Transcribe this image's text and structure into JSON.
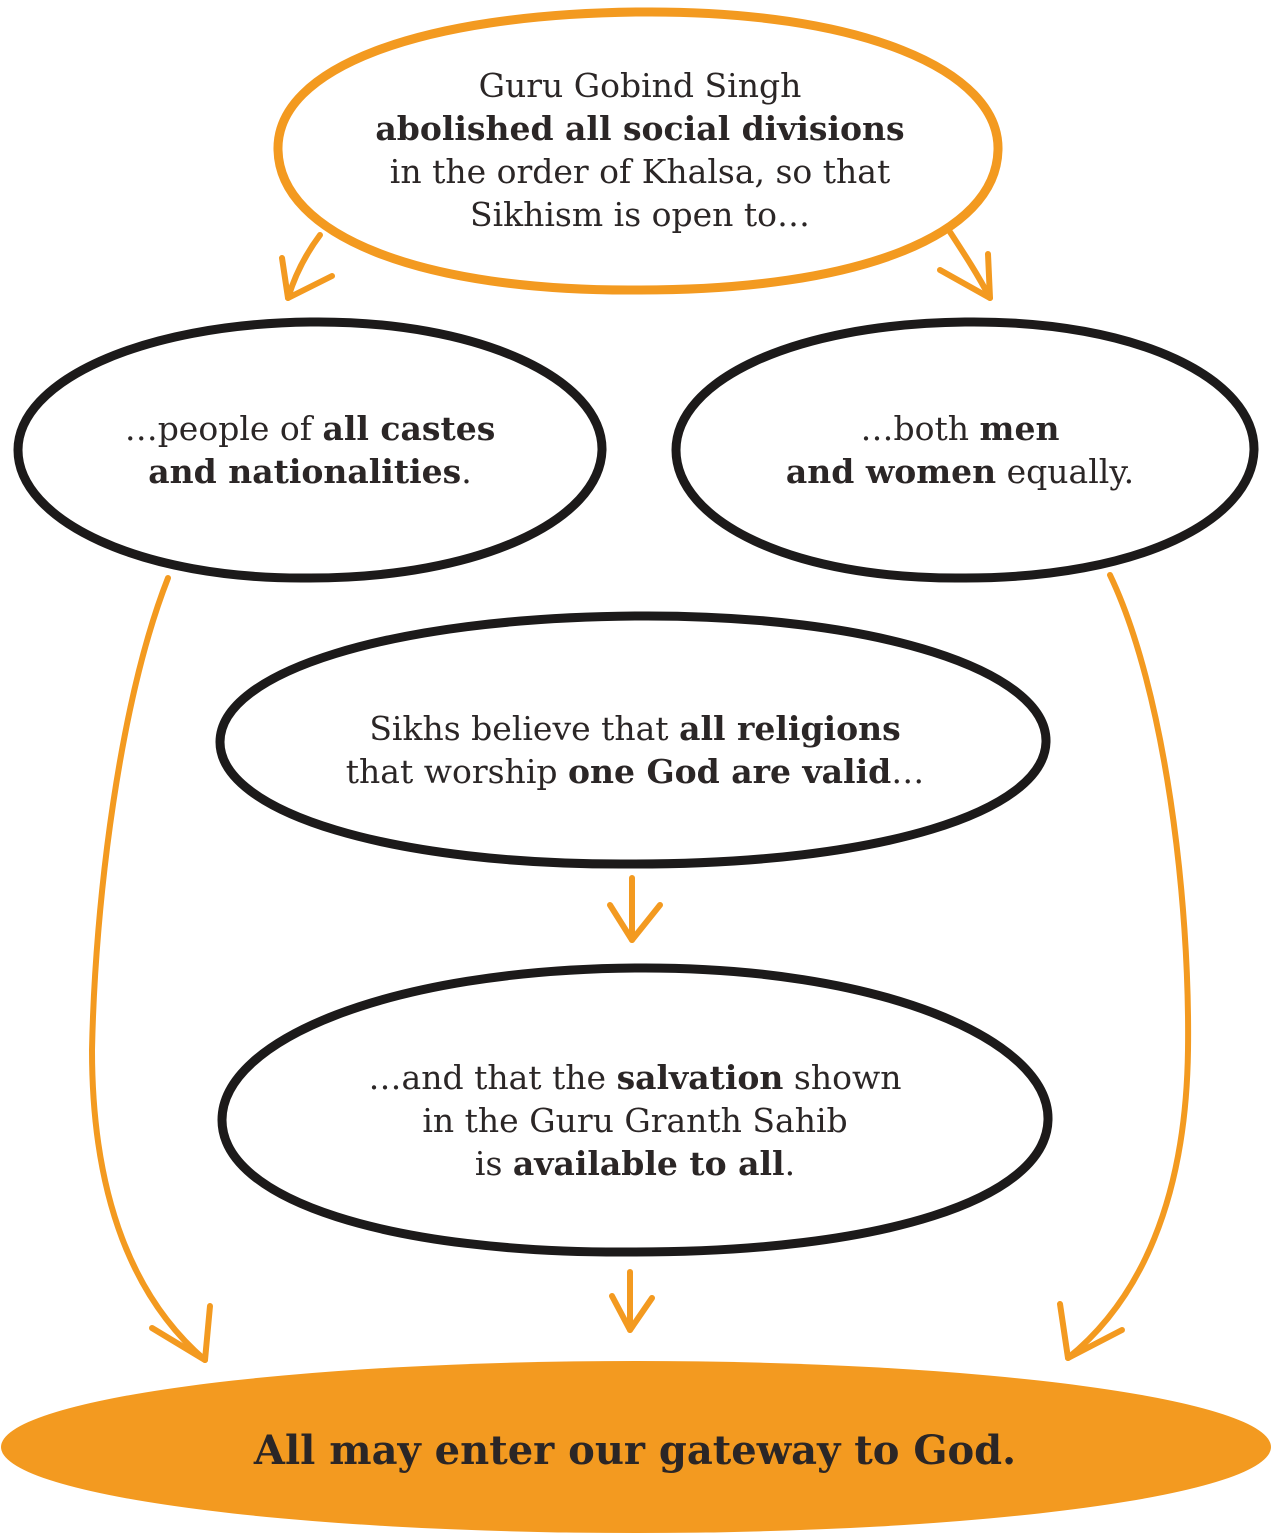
{
  "colors": {
    "accent": "#f39a20",
    "outline": "#1c1a1a",
    "text": "#2b2626"
  },
  "nodes": {
    "top": {
      "line1": "Guru Gobind Singh",
      "line2_bold": "abolished all social divisions",
      "line3": "in the order of Khalsa, so that",
      "line4": "Sikhism is open to…"
    },
    "left": {
      "line1_pre": "…people of ",
      "line1_bold": "all castes",
      "line2_bold": "and nationalities",
      "line2_post": "."
    },
    "right": {
      "line1_pre": "…both ",
      "line1_bold": "men",
      "line2_bold": "and women",
      "line2_post": " equally."
    },
    "middle": {
      "line1_pre": "Sikhs believe that ",
      "line1_bold": "all religions",
      "line2_pre": "that worship ",
      "line2_bold": "one God are valid",
      "line2_post": "…"
    },
    "lower": {
      "line1_pre": "…and that the ",
      "line1_bold": "salvation",
      "line1_post": " shown",
      "line2": "in the Guru Granth Sahib",
      "line3_pre": "is ",
      "line3_bold": "available to all",
      "line3_post": "."
    },
    "bottom": {
      "text": "All may enter our gateway to God."
    }
  }
}
